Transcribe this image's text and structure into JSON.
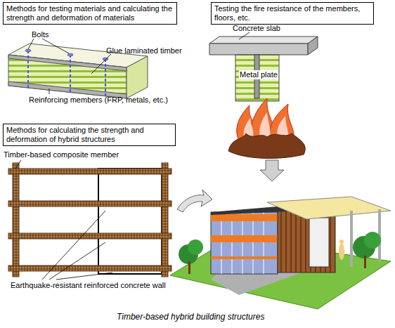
{
  "diagram": {
    "caption": "Timber-based hybrid building structures",
    "nodes": [
      {
        "text": [
          "Methods for testing materials and calculating the strength and deformation of materials"
        ]
      },
      {
        "text": [
          "Testing the fire resistance of the members, floors, etc."
        ]
      },
      {
        "text": [
          "Methods for calculating the strength and deformation of hybrid structures"
        ]
      }
    ],
    "labels": [
      "Bolts",
      "Glue laminated timber",
      "Reinforcing members (FRP, metals, etc.)",
      "Concrete slab",
      "Metal plate",
      "Timber-based composite member",
      "Earthquake-resistant reinforced concrete wall"
    ]
  }
}
